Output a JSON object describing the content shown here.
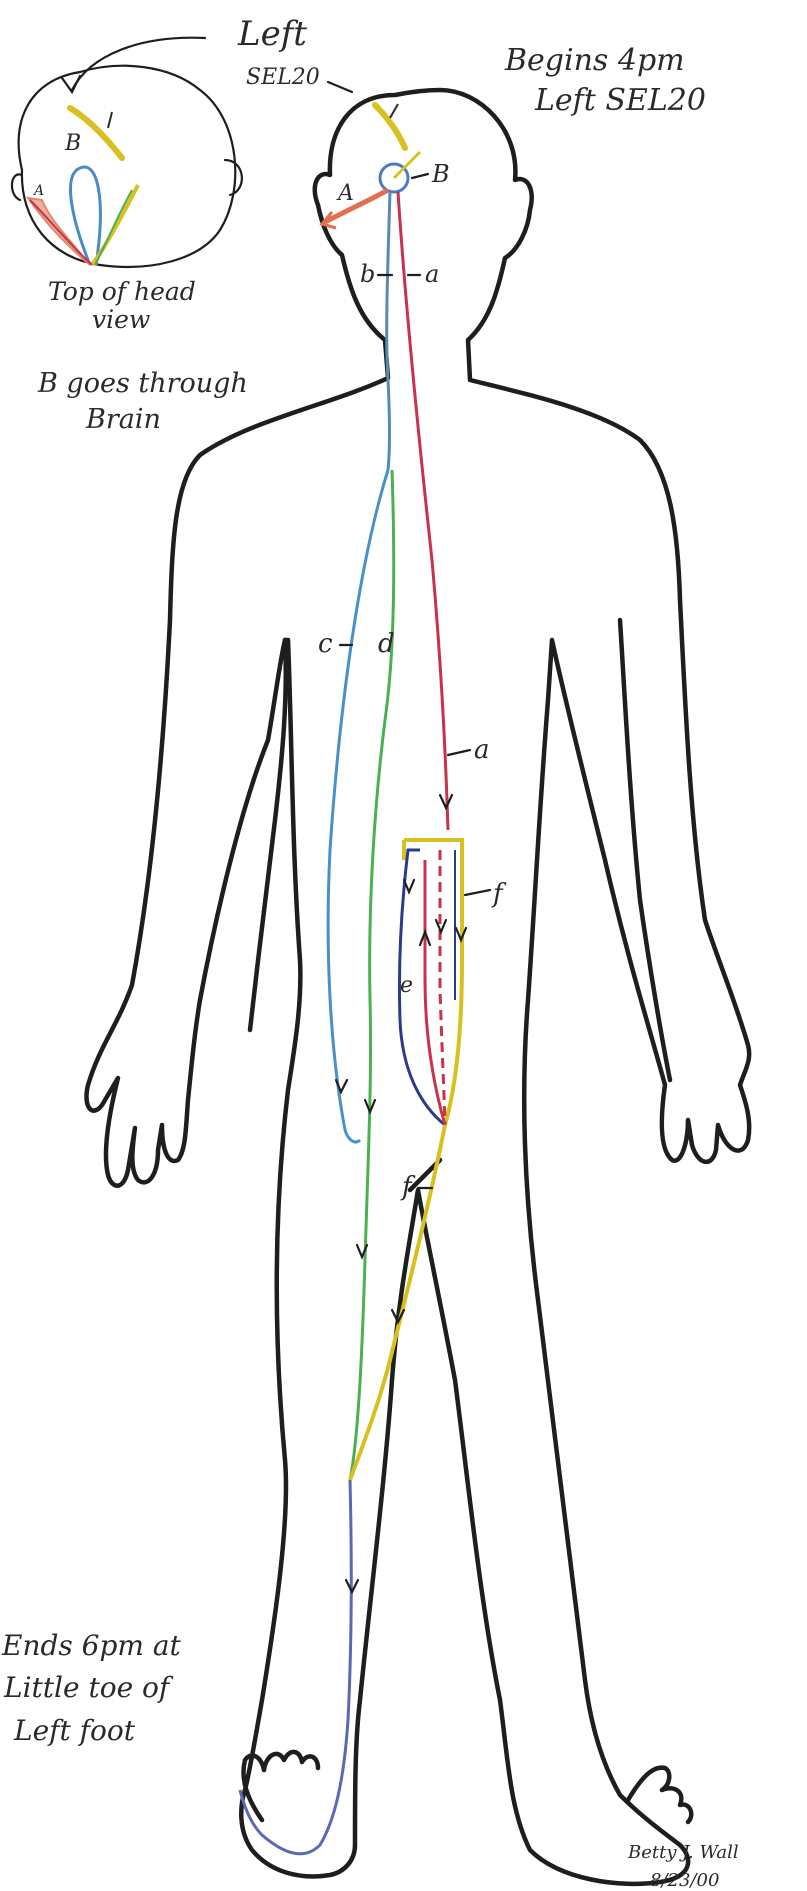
{
  "diagram": {
    "head_label_left": "Left",
    "head_label_point": "SEL20",
    "begins_line1": "Begins 4pm",
    "begins_line2": "Left SEL20",
    "top_view_caption_line1": "Top of head",
    "top_view_caption_line2": "view",
    "brain_note_line1": "B goes through",
    "brain_note_line2": "Brain",
    "branch_labels": {
      "A": "A",
      "B": "B",
      "a": "a",
      "b": "b",
      "c": "c",
      "d": "d",
      "e": "e",
      "f": "f"
    },
    "ends_line1": "Ends 6pm at",
    "ends_line2": "Little toe of",
    "ends_line3": "Left foot",
    "signature": "Betty J. Wall",
    "date": "8/23/00"
  },
  "colors": {
    "outline": "#1e1e1e",
    "path_a": "#c8324a",
    "path_b": "#5a8ab0",
    "path_c": "#4a90c8",
    "path_d": "#4caf50",
    "path_e": "#2a3a8c",
    "path_f": "#d8c020",
    "path_A": "#e08a6a",
    "yellow_mark": "#d8c020"
  }
}
